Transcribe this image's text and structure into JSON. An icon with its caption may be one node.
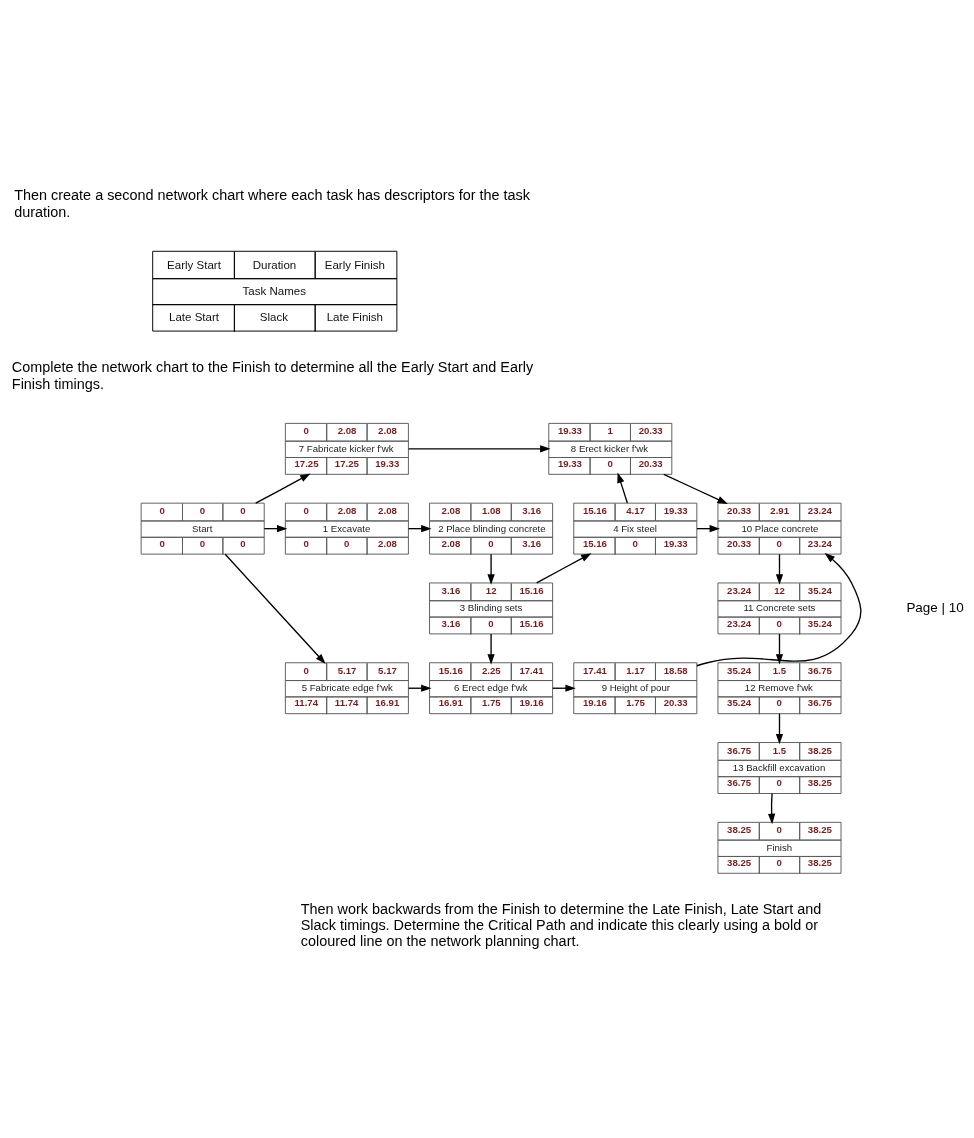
{
  "diagram": {
    "nodes": [
      {
        "text": [
          "Early Start",
          "Duration",
          "Early Finish",
          "Task Names",
          "Late Start",
          "Slack",
          "Late Finish"
        ]
      },
      {
        "text": [
          "0",
          "0",
          "0",
          "Start",
          "0",
          "0",
          "0"
        ]
      },
      {
        "text": [
          "0",
          "2.08",
          "2.08",
          "1 Excavate",
          "0",
          "0",
          "2.08"
        ]
      },
      {
        "text": [
          "2.08",
          "1.08",
          "3.16",
          "2 Place blinding concrete",
          "2.08",
          "0",
          "3.16"
        ]
      },
      {
        "text": [
          "3.16",
          "12",
          "15.16",
          "3 Blinding sets",
          "3.16",
          "0",
          "15.16"
        ]
      },
      {
        "text": [
          "15.16",
          "4.17",
          "19.33",
          "4 Fix steel",
          "15.16",
          "0",
          "19.33"
        ]
      },
      {
        "text": [
          "0",
          "5.17",
          "5.17",
          "5 Fabricate edge f'wk",
          "11.74",
          "11.74",
          "16.91"
        ]
      },
      {
        "text": [
          "15.16",
          "2.25",
          "17.41",
          "6 Erect edge f'wk",
          "16.91",
          "1.75",
          "19.16"
        ]
      },
      {
        "text": [
          "0",
          "2.08",
          "2.08",
          "7 Fabricate kicker f'wk",
          "17.25",
          "17.25",
          "19.33"
        ]
      },
      {
        "text": [
          "19.33",
          "1",
          "20.33",
          "8 Erect kicker f'wk",
          "19.33",
          "0",
          "20.33"
        ]
      },
      {
        "text": [
          "17.41",
          "1.17",
          "18.58",
          "9 Height of pour",
          "19.16",
          "1.75",
          "20.33"
        ]
      },
      {
        "text": [
          "20.33",
          "2.91",
          "23.24",
          "10 Place concrete",
          "20.33",
          "0",
          "23.24"
        ]
      },
      {
        "text": [
          "23.24",
          "12",
          "35.24",
          "11 Concrete sets",
          "23.24",
          "0",
          "35.24"
        ]
      },
      {
        "text": [
          "35.24",
          "1.5",
          "36.75",
          "12 Remove f'wk",
          "35.24",
          "0",
          "36.75"
        ]
      },
      {
        "text": [
          "36.75",
          "1.5",
          "38.25",
          "13 Backfill excavation",
          "36.75",
          "0",
          "38.25"
        ]
      },
      {
        "text": [
          "38.25",
          "0",
          "38.25",
          "Finish",
          "38.25",
          "0",
          "38.25"
        ]
      }
    ],
    "edges": [
      {
        "from": 1,
        "to": 8,
        "arrow": "to"
      },
      {
        "from": 1,
        "to": 2,
        "arrow": "to"
      },
      {
        "from": 1,
        "to": 6,
        "arrow": "to"
      },
      {
        "from": 8,
        "to": 9,
        "arrow": "to"
      },
      {
        "from": 2,
        "to": 3,
        "arrow": "to"
      },
      {
        "from": 3,
        "to": 4,
        "arrow": "to"
      },
      {
        "from": 4,
        "to": 5,
        "arrow": "to"
      },
      {
        "from": 5,
        "to": 9,
        "arrow": "to"
      },
      {
        "from": 9,
        "to": 11,
        "arrow": "to"
      },
      {
        "from": 5,
        "to": 11,
        "arrow": "to"
      },
      {
        "from": 4,
        "to": 7,
        "arrow": "to"
      },
      {
        "from": 6,
        "to": 7,
        "arrow": "to"
      },
      {
        "from": 7,
        "to": 10,
        "arrow": "to"
      },
      {
        "from": 10,
        "to": 11,
        "arrow": "to"
      },
      {
        "from": 11,
        "to": 12,
        "arrow": "to"
      },
      {
        "from": 12,
        "to": 13,
        "arrow": "to"
      },
      {
        "from": 13,
        "to": 14,
        "arrow": "to"
      },
      {
        "from": 14,
        "to": 15,
        "arrow": "to"
      }
    ],
    "labels": [
      "Then create a second network chart where each task has descriptors for the task duration.",
      "Complete the network chart to the Finish to determine all the Early Start and Early Finish timings.",
      "Then work backwards from the Finish to determine the Late Finish, Late Start and Slack timings. Determine the Critical Path and indicate this clearly using a bold or coloured line on the network planning chart.",
      "Page | 10"
    ]
  }
}
